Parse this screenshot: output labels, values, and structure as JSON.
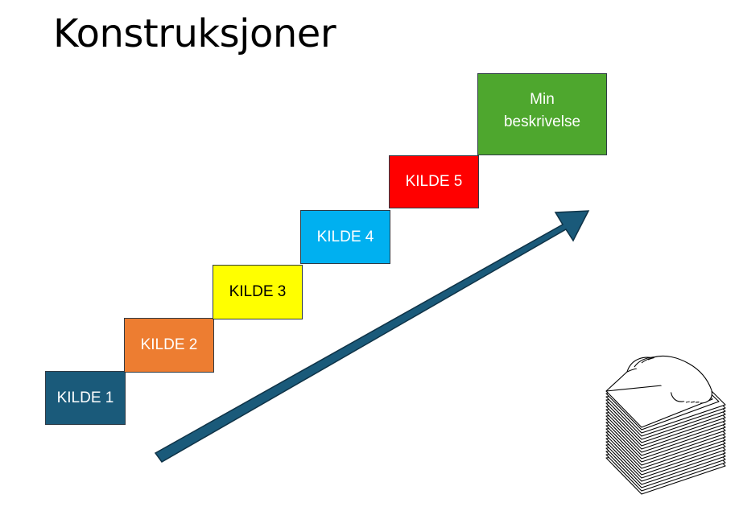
{
  "title": "Konstruksjoner",
  "steps": [
    {
      "label": "KILDE 1",
      "color": "#1a5a7a",
      "text_color": "#ffffff"
    },
    {
      "label": "KILDE 2",
      "color": "#ed7d31",
      "text_color": "#ffffff"
    },
    {
      "label": "KILDE 3",
      "color": "#ffff00",
      "text_color": "#000000"
    },
    {
      "label": "KILDE 4",
      "color": "#00b0f0",
      "text_color": "#ffffff"
    },
    {
      "label": "KILDE 5",
      "color": "#ff0000",
      "text_color": "#ffffff"
    },
    {
      "label_lines": [
        "Min",
        "beskrivelse"
      ],
      "color": "#4ea72e",
      "text_color": "#ffffff"
    }
  ],
  "arrow_color": "#1a5a7a",
  "icons": {
    "document": "paper-stack-icon",
    "arrow": "up-right-arrow-icon"
  }
}
